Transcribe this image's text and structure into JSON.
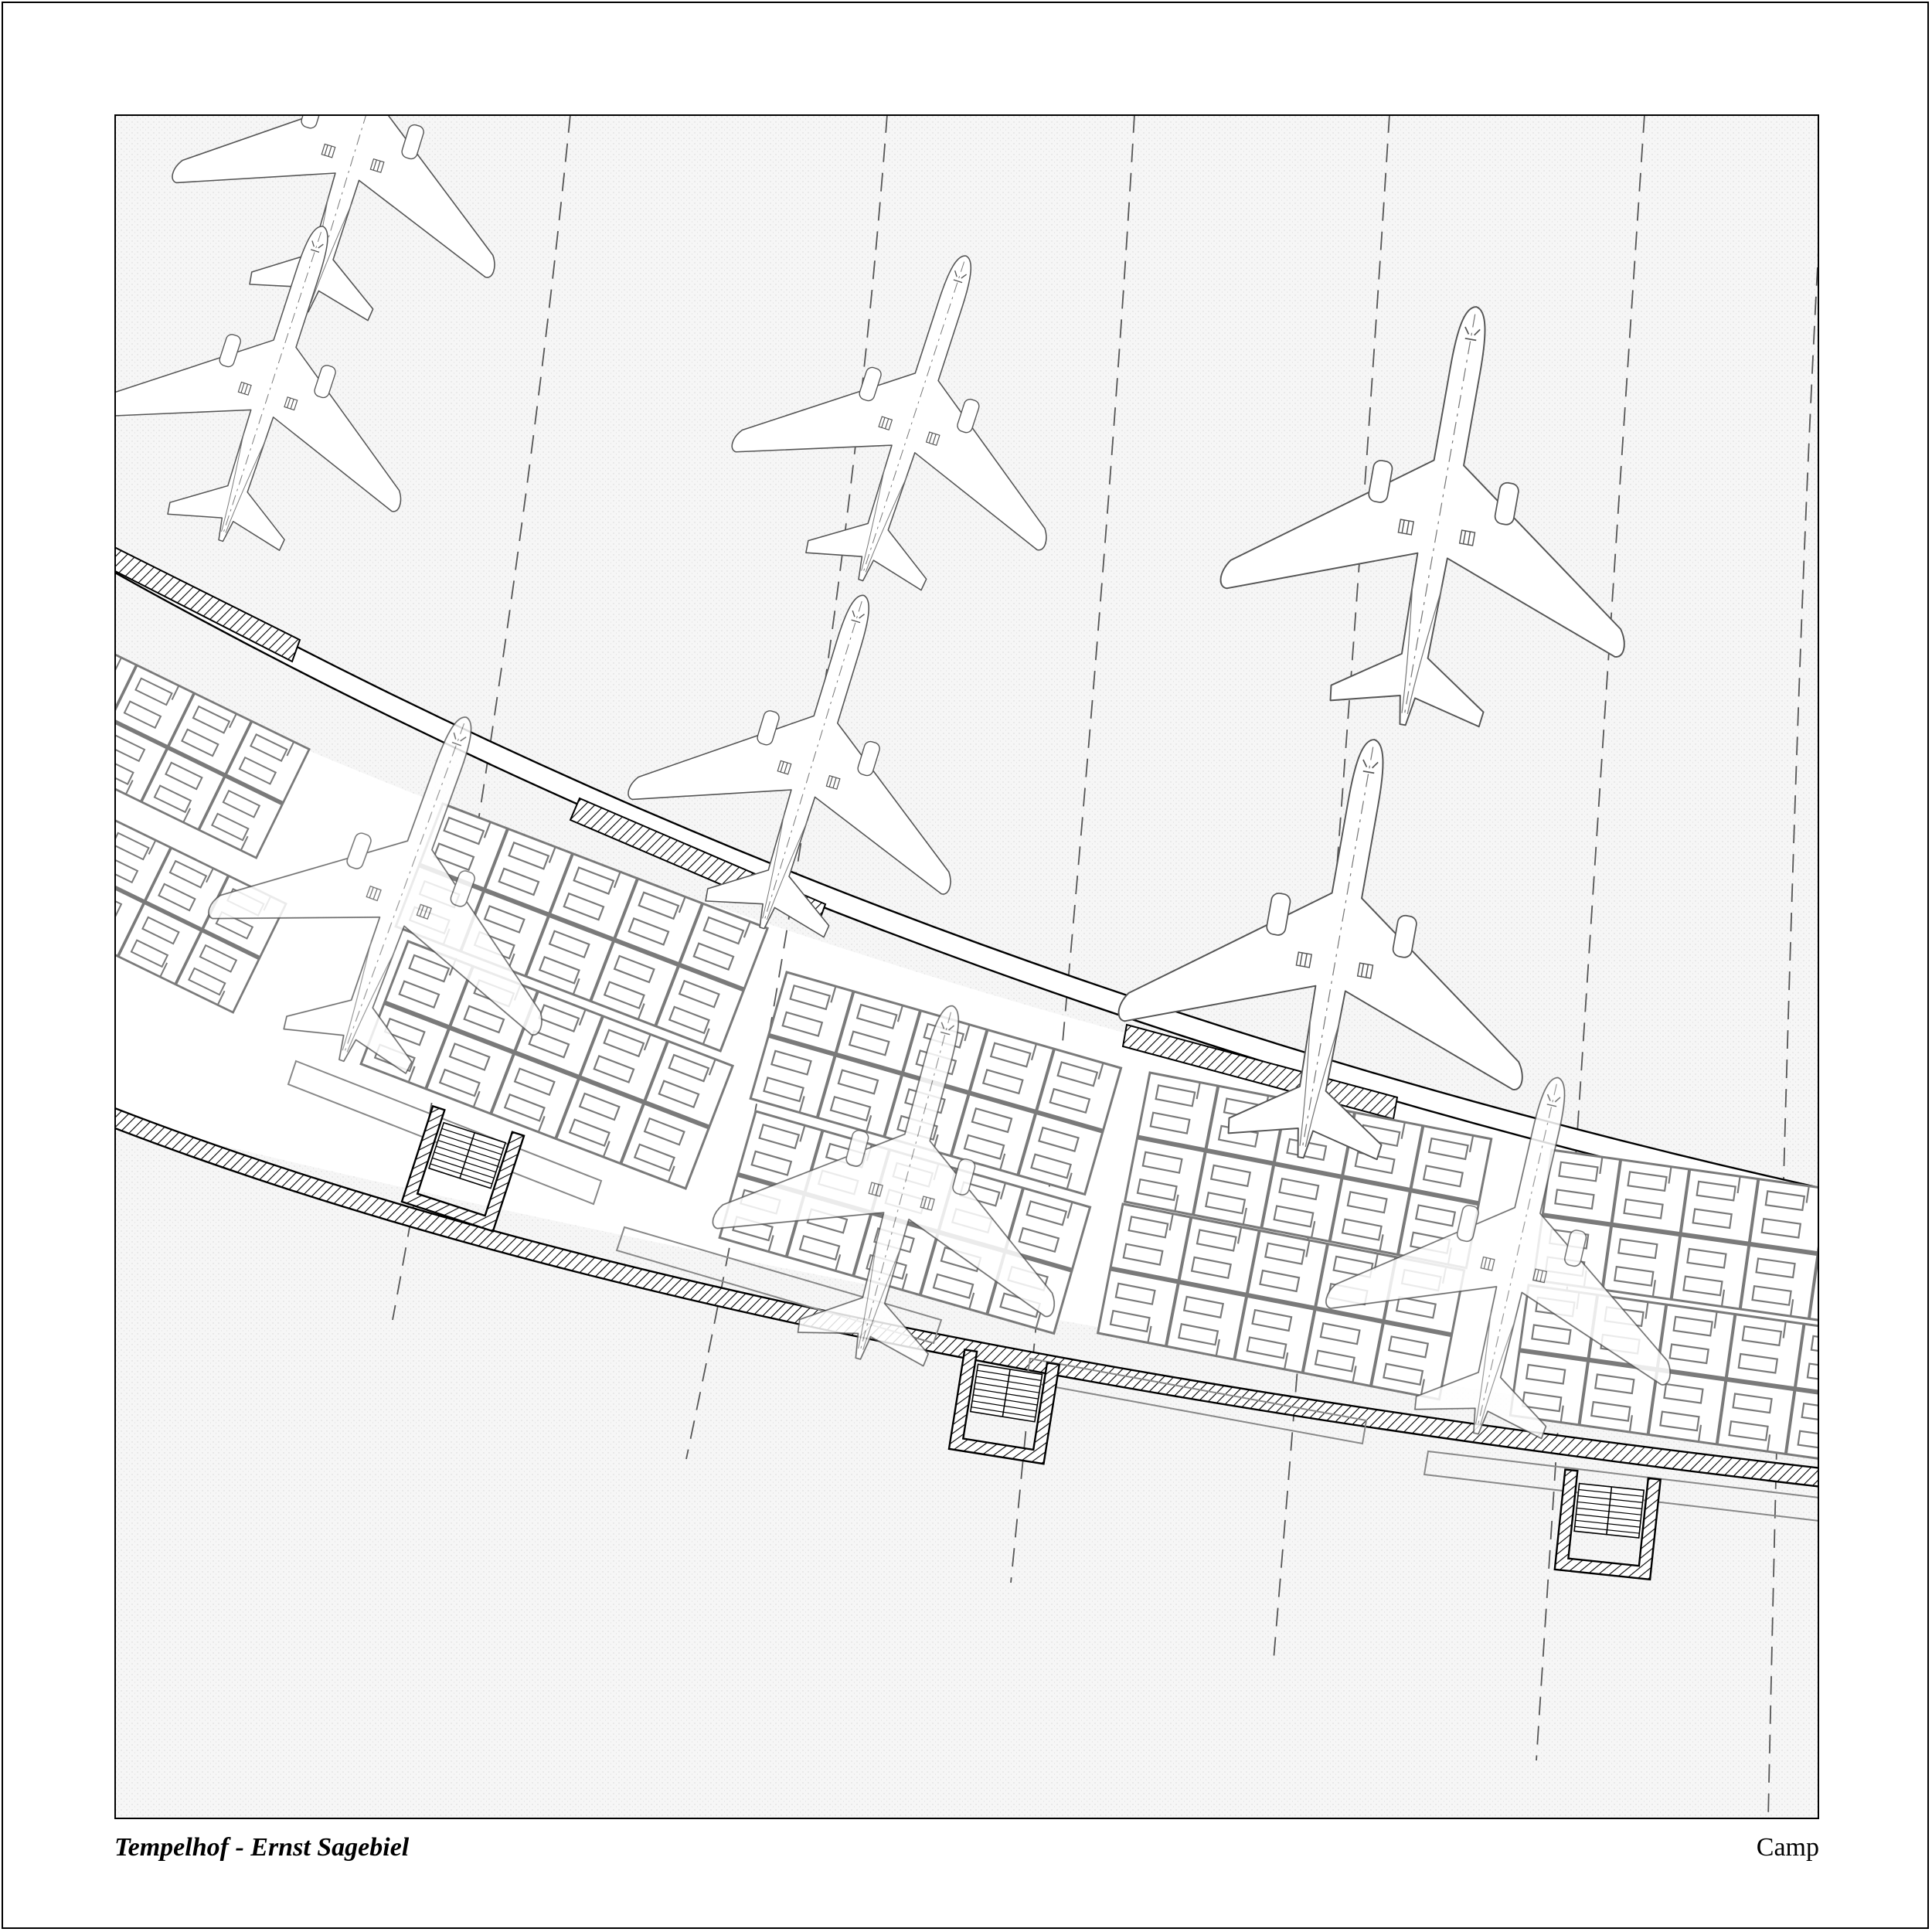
{
  "footer": {
    "title": "Tempelhof - Ernst Sagebiel",
    "sheet": "Camp"
  },
  "colors": {
    "ink": "#000000",
    "plan_line": "#7a7a7a",
    "aircraft_line": "#555555",
    "apron_fill": "#f4f4f4",
    "paper": "#ffffff"
  },
  "icons": [
    "aircraft-icon",
    "stair-icon",
    "hatch-pattern"
  ],
  "counts": {
    "aircraft_on_apron": 6,
    "aircraft_under_roof": 3,
    "tent_blocks": 14,
    "stair_towers": 3
  }
}
